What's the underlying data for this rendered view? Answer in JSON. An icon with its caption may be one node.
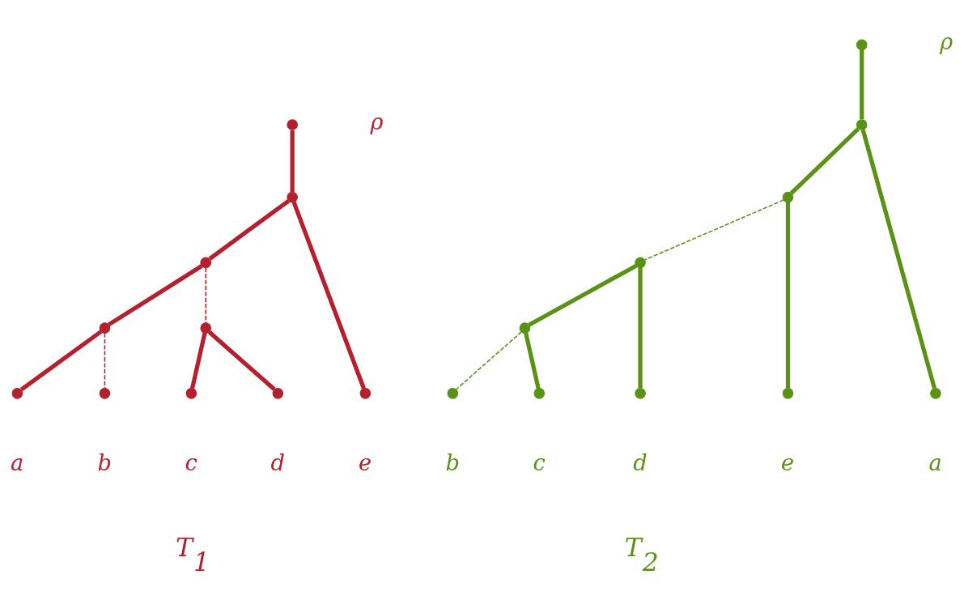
{
  "diagram": {
    "nodes": [
      {
        "text": [],
        "shape": "circle",
        "beside": [
          "ρ"
        ]
      },
      {
        "text": [],
        "shape": "circle"
      },
      {
        "text": [],
        "shape": "circle"
      },
      {
        "text": [],
        "shape": "circle"
      },
      {
        "text": [],
        "shape": "circle"
      },
      {
        "text": [],
        "shape": "circle",
        "beside": [
          "a"
        ]
      },
      {
        "text": [],
        "shape": "circle",
        "beside": [
          "b"
        ]
      },
      {
        "text": [],
        "shape": "circle",
        "beside": [
          "c"
        ]
      },
      {
        "text": [],
        "shape": "circle",
        "beside": [
          "d"
        ]
      },
      {
        "text": [],
        "shape": "circle",
        "beside": [
          "e"
        ]
      },
      {
        "text": [],
        "shape": "circle",
        "beside": [
          "ρ"
        ]
      },
      {
        "text": [],
        "shape": "circle"
      },
      {
        "text": [],
        "shape": "circle"
      },
      {
        "text": [],
        "shape": "circle"
      },
      {
        "text": [],
        "shape": "circle"
      },
      {
        "text": [],
        "shape": "circle",
        "beside": [
          "b"
        ]
      },
      {
        "text": [],
        "shape": "circle",
        "beside": [
          "c"
        ]
      },
      {
        "text": [],
        "shape": "circle",
        "beside": [
          "d"
        ]
      },
      {
        "text": [],
        "shape": "circle",
        "beside": [
          "e"
        ]
      },
      {
        "text": [],
        "shape": "circle",
        "beside": [
          "a"
        ]
      }
    ],
    "edges": [
      {
        "from": 0,
        "to": 1,
        "arrow": "none",
        "color": "#b5202e"
      },
      {
        "from": 1,
        "to": 2,
        "arrow": "none",
        "color": "#b5202e"
      },
      {
        "from": 1,
        "to": 9,
        "arrow": "none",
        "color": "#b5202e"
      },
      {
        "from": 2,
        "to": 3,
        "arrow": "none",
        "color": "#b5202e"
      },
      {
        "from": 2,
        "to": 4,
        "arrow": "none",
        "style": "dashed",
        "color": "#b5202e"
      },
      {
        "from": 3,
        "to": 5,
        "arrow": "none",
        "color": "#b5202e"
      },
      {
        "from": 3,
        "to": 6,
        "arrow": "none",
        "style": "dashed",
        "color": "#b5202e"
      },
      {
        "from": 4,
        "to": 7,
        "arrow": "none",
        "color": "#b5202e"
      },
      {
        "from": 4,
        "to": 8,
        "arrow": "none",
        "color": "#b5202e"
      },
      {
        "from": 10,
        "to": 11,
        "arrow": "none",
        "color": "#5a9216"
      },
      {
        "from": 11,
        "to": 12,
        "arrow": "none",
        "color": "#5a9216"
      },
      {
        "from": 11,
        "to": 19,
        "arrow": "none",
        "color": "#5a9216"
      },
      {
        "from": 12,
        "to": 13,
        "arrow": "none",
        "style": "dashed",
        "color": "#5a9216"
      },
      {
        "from": 12,
        "to": 18,
        "arrow": "none",
        "color": "#5a9216"
      },
      {
        "from": 13,
        "to": 14,
        "arrow": "none",
        "color": "#5a9216"
      },
      {
        "from": 13,
        "to": 17,
        "arrow": "none",
        "color": "#5a9216"
      },
      {
        "from": 14,
        "to": 15,
        "arrow": "none",
        "style": "dashed",
        "color": "#5a9216"
      },
      {
        "from": 14,
        "to": 16,
        "arrow": "none",
        "color": "#5a9216"
      }
    ],
    "labels": [
      "T$_{1}$",
      "T$_{2}$"
    ]
  }
}
